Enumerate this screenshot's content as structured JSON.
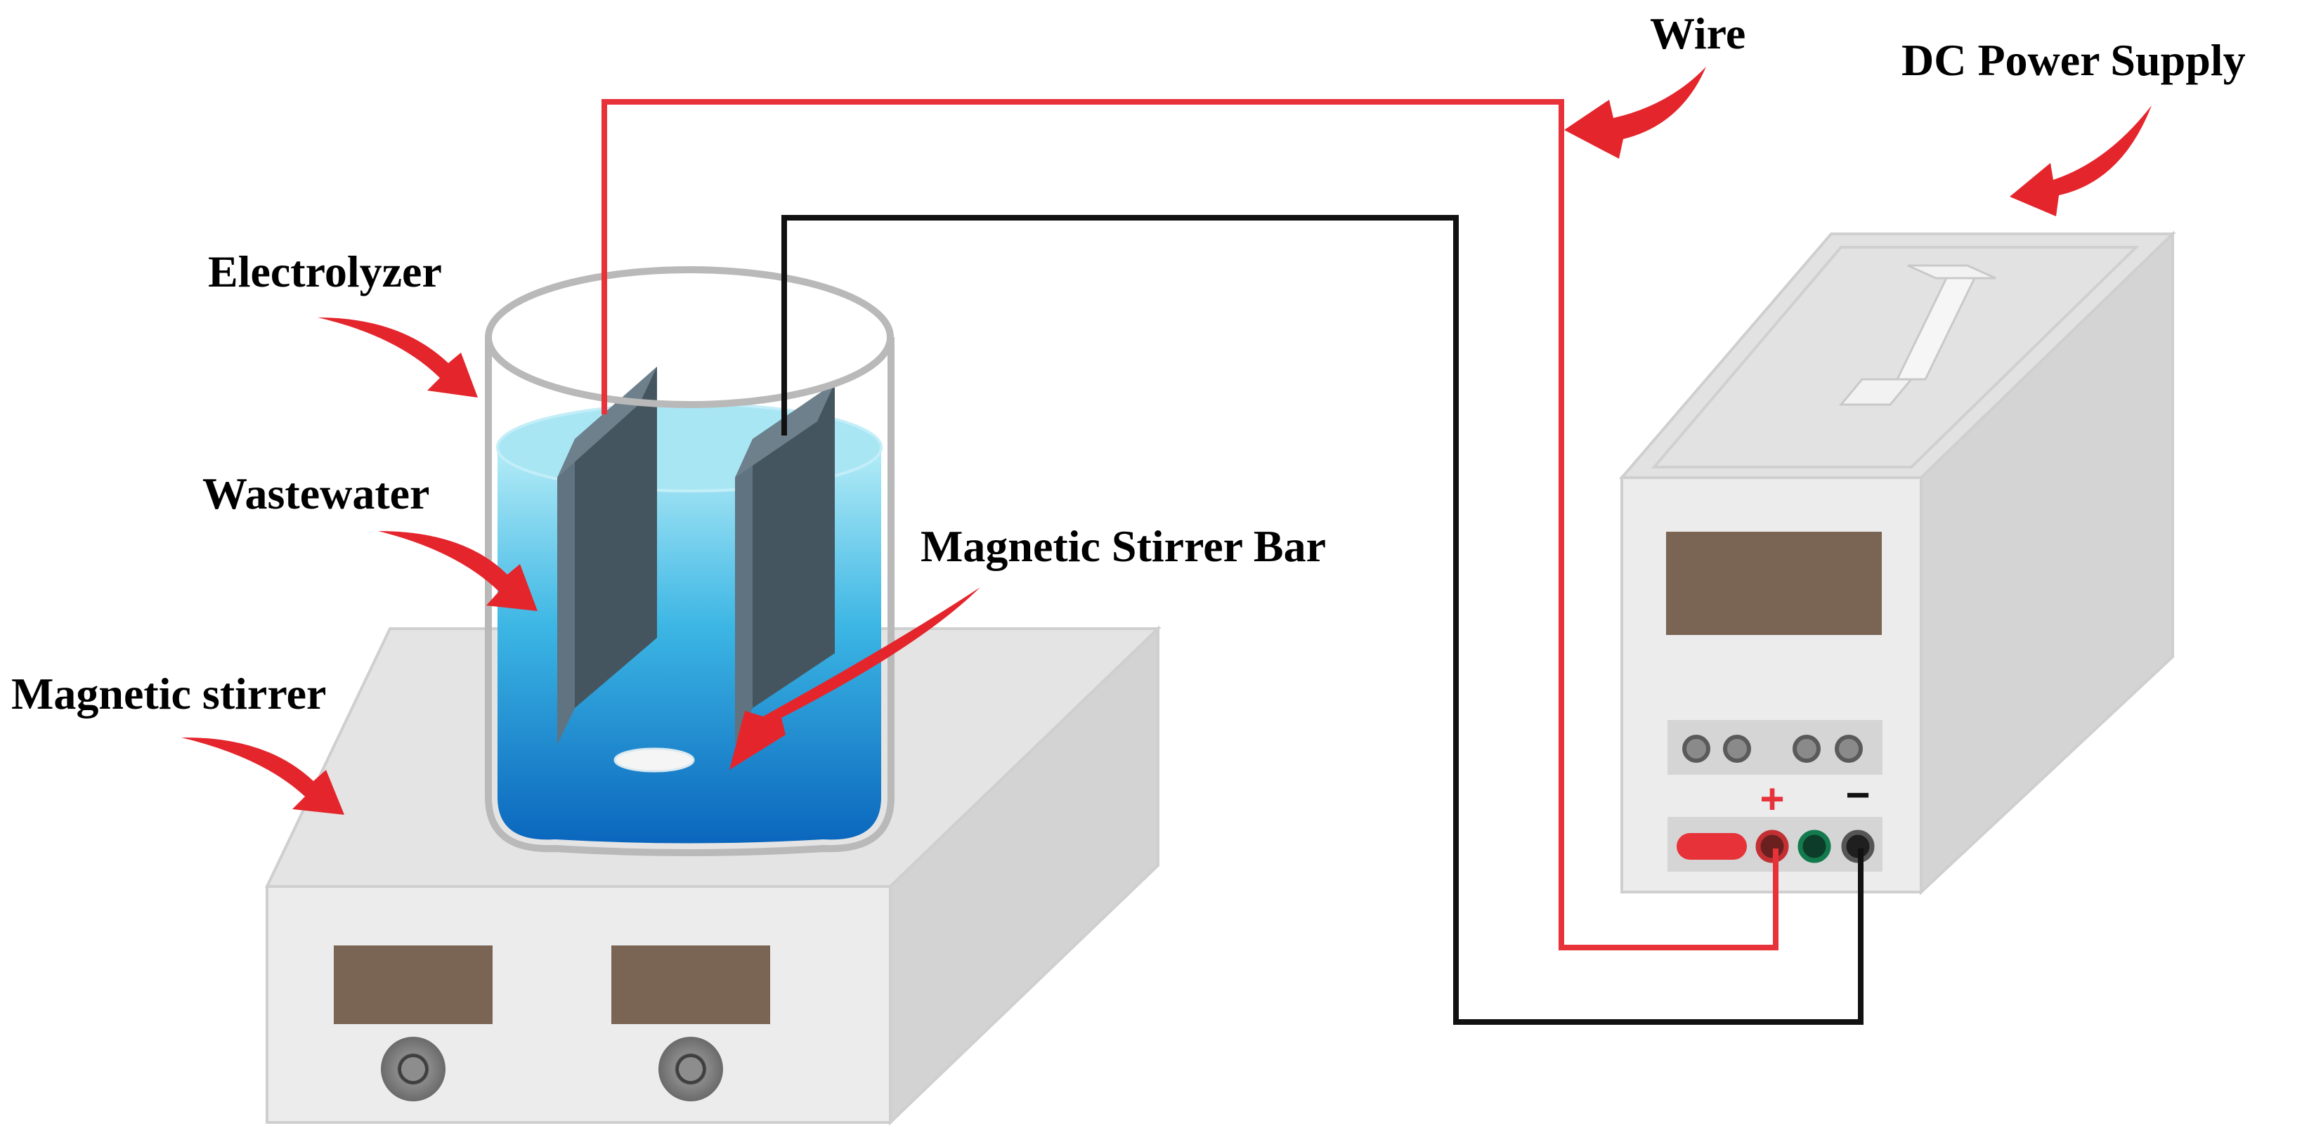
{
  "labels": {
    "wire": "Wire",
    "dc_power_supply": "DC Power Supply",
    "electrolyzer": "Electrolyzer",
    "wastewater": "Wastewater",
    "magnetic_stirrer_bar": "Magnetic Stirrer Bar",
    "magnetic_stirrer": "Magnetic stirrer"
  },
  "terminals": {
    "positive": "+",
    "negative": "−"
  },
  "colors": {
    "wire_positive": "#e8323a",
    "wire_negative": "#111111",
    "arrow": "#e4252c",
    "device_face": "#ececec",
    "device_side": "#d4d4d4",
    "device_top": "#e2e2e2",
    "display": "#7a6454",
    "electrode": "#45555f",
    "water_top": "#9fe3f3",
    "water_bottom": "#0b6fc2"
  }
}
